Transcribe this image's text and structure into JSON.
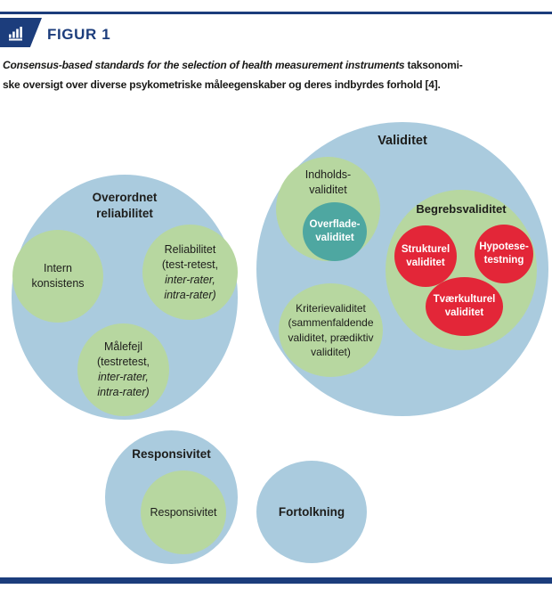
{
  "header": {
    "title": "FIGUR 1",
    "icon": "bar-chart-icon",
    "accent_color": "#1c3d7c"
  },
  "caption": {
    "italic_text": "Consensus-based standards for the selection of health measurement instruments",
    "line1_end": " taksonomi-",
    "line2": "ske oversigt over diverse psykometriske måleegenskaber og deres indbyrdes forhold [4]."
  },
  "colors": {
    "navy": "#1c3d7c",
    "light_blue": "#aacbde",
    "green": "#b7d7a0",
    "teal": "#4ea7a1",
    "red": "#e32638",
    "dark_text": "#1d1d1b",
    "white_text": "#ffffff"
  },
  "diagram": {
    "overordnet": {
      "label_line1": "Overordnet",
      "label_line2": "reliabilitet",
      "intern": {
        "line1": "Intern",
        "line2": "konsistens"
      },
      "reliabilitet": {
        "line1": "Reliabilitet",
        "line2": "(test-retest,",
        "line3": "inter-rater,",
        "line4": "intra-rater)"
      },
      "maalefejl": {
        "line1": "Målefejl",
        "line2": "(testretest,",
        "line3": "inter-rater,",
        "line4": "intra-rater)"
      }
    },
    "validitet": {
      "label": "Validitet",
      "indholds": {
        "line1": "Indholds-",
        "line2": "validitet"
      },
      "overflade": {
        "line1": "Overflade-",
        "line2": "validitet"
      },
      "begrebs": {
        "label": "Begrebsvaliditet"
      },
      "strukturel": {
        "line1": "Strukturel",
        "line2": "validitet"
      },
      "hypotese": {
        "line1": "Hypotese-",
        "line2": "testning"
      },
      "tvaerkulturel": {
        "line1": "Tværkulturel",
        "line2": "validitet"
      },
      "kriterie": {
        "line1": "Kriterievaliditet",
        "line2": "(sammenfaldende",
        "line3": "validitet, prædiktiv",
        "line4": "validitet)"
      }
    },
    "responsivitet": {
      "label": "Responsivitet",
      "inner": "Responsivitet"
    },
    "fortolkning": {
      "label": "Fortolkning"
    }
  }
}
